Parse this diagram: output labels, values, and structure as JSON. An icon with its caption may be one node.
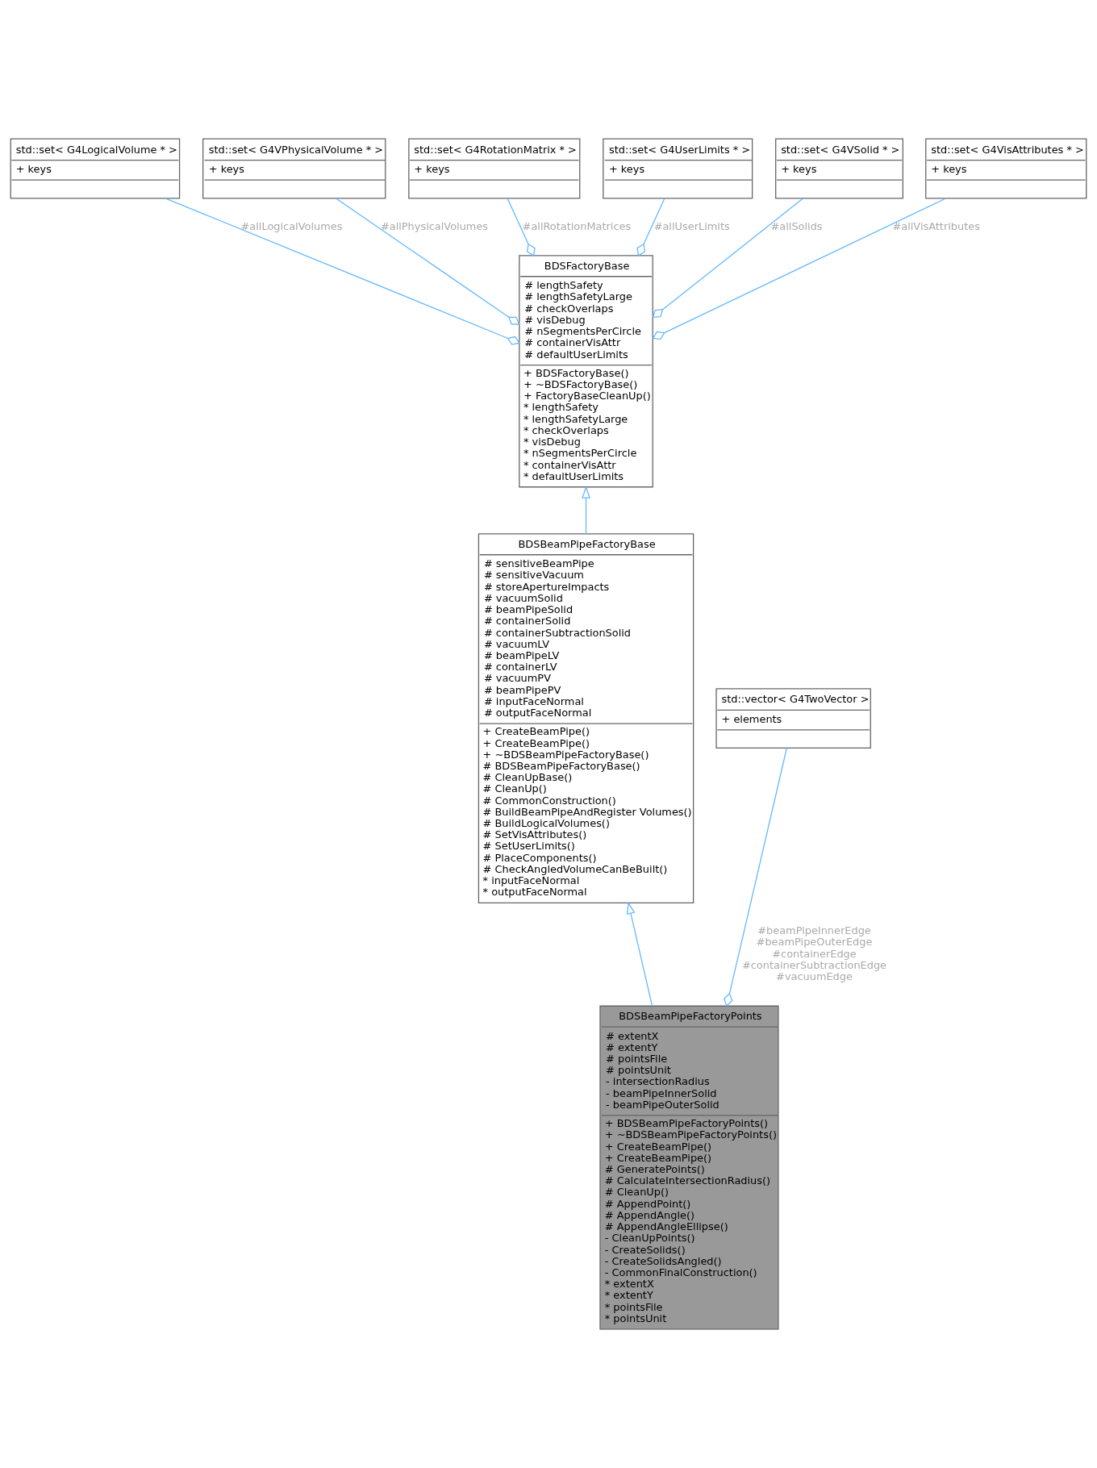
{
  "diagram": {
    "nodes": [
      {
        "text": [
          "std::set< G4LogicalVolume * >",
          "+ keys"
        ]
      },
      {
        "text": [
          "std::set< G4VPhysicalVolume * >",
          "+ keys"
        ]
      },
      {
        "text": [
          "std::set< G4RotationMatrix * >",
          "+ keys"
        ]
      },
      {
        "text": [
          "std::set< G4UserLimits * >",
          "+ keys"
        ]
      },
      {
        "text": [
          "std::set< G4VSolid * >",
          "+ keys"
        ]
      },
      {
        "text": [
          "std::set< G4VisAttributes * >",
          "+ keys"
        ]
      },
      {
        "text": [
          "BDSFactoryBase",
          "# lengthSafety # lengthSafetyLarge # checkOverlaps # visDebug # nSegmentsPerCircle # containerVisAttr # defaultUserLimits",
          "+ BDSFactoryBase() + ~BDSFactoryBase() + FactoryBaseCleanUp() * lengthSafety * lengthSafetyLarge * checkOverlaps * visDebug * nSegmentsPerCircle * containerVisAttr * defaultUserLimits"
        ]
      },
      {
        "text": [
          "BDSBeamPipeFactoryBase",
          "# sensitiveBeamPipe # sensitiveVacuum # storeApertureImpacts # vacuumSolid # beamPipeSolid # containerSolid # containerSubtractionSolid # vacuumLV # beamPipeLV # containerLV # vacuumPV # beamPipePV # inputFaceNormal # outputFaceNormal",
          "+ CreateBeamPipe() + CreateBeamPipe() + ~BDSBeamPipeFactoryBase() # BDSBeamPipeFactoryBase() # CleanUpBase() # CleanUp() # CommonConstruction() # BuildBeamPipeAndRegister Volumes() # BuildLogicalVolumes() # SetVisAttributes() # SetUserLimits() # PlaceComponents() # CheckAngledVolumeCanBeBuilt() * inputFaceNormal * outputFaceNormal"
        ]
      },
      {
        "text": [
          "std::vector< G4TwoVector >",
          "+ elements"
        ]
      },
      {
        "text": [
          "BDSBeamPipeFactoryPoints",
          "# extentX # extentY # pointsFile # pointsUnit - intersectionRadius - beamPipeInnerSolid - beamPipeOuterSolid",
          "+ BDSBeamPipeFactoryPoints() + ~BDSBeamPipeFactoryPoints() + CreateBeamPipe() + CreateBeamPipe() # GeneratePoints() # CalculateIntersectionRadius() # CleanUp() # AppendPoint() # AppendAngle() # AppendAngleEllipse() - CleanUpPoints() - CreateSolids() - CreateSolidsAngled() - CommonFinalConstruction() * extentX * extentY * pointsFile * pointsUnit"
        ]
      }
    ],
    "edges": [
      {
        "from": 6,
        "to": 0,
        "arrow": "other",
        "label": "#allLogicalVolumes"
      },
      {
        "from": 6,
        "to": 1,
        "arrow": "other",
        "label": "#allPhysicalVolumes"
      },
      {
        "from": 6,
        "to": 2,
        "arrow": "other",
        "label": "#allRotationMatrices"
      },
      {
        "from": 6,
        "to": 3,
        "arrow": "other",
        "label": "#allUserLimits"
      },
      {
        "from": 6,
        "to": 4,
        "arrow": "other",
        "label": "#allSolids"
      },
      {
        "from": 6,
        "to": 5,
        "arrow": "other",
        "label": "#allVisAttributes"
      },
      {
        "from": 7,
        "to": 6,
        "arrow": "to"
      },
      {
        "from": 9,
        "to": 7,
        "arrow": "to"
      },
      {
        "from": 9,
        "to": 8,
        "arrow": "other",
        "label": "#beamPipeInnerEdge #beamPipeOuterEdge #containerEdge #containerSubtractionEdge #vacuumEdge"
      }
    ]
  }
}
